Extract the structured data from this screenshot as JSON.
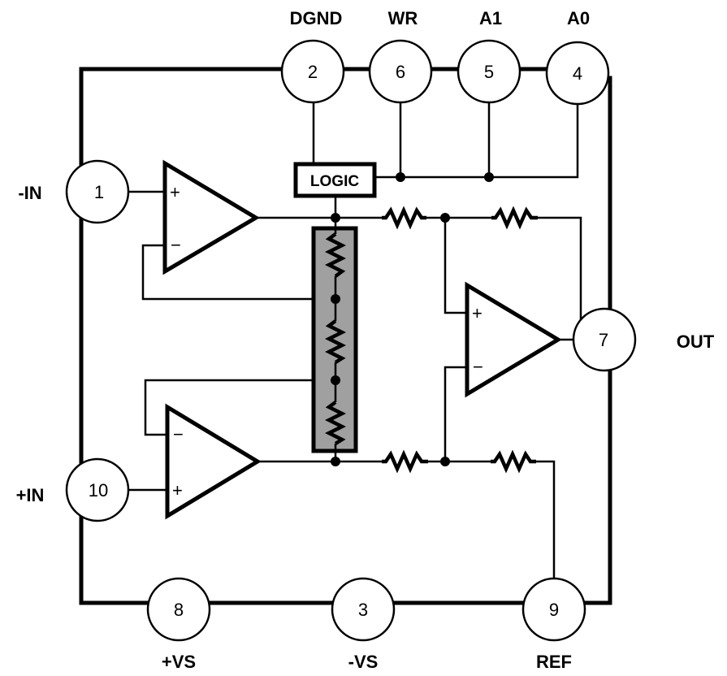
{
  "title": "Programmable Gain Instrumentation Amplifier Functional Block Diagram",
  "colors": {
    "line": "#000000",
    "background": "#ffffff",
    "gain_network_fill": "#a0a0a0"
  },
  "pins": [
    {
      "number": "2",
      "name": "DGND",
      "side": "top"
    },
    {
      "number": "6",
      "name": "WR",
      "side": "top"
    },
    {
      "number": "5",
      "name": "A1",
      "side": "top"
    },
    {
      "number": "4",
      "name": "A0",
      "side": "top"
    },
    {
      "number": "1",
      "name": "-IN",
      "side": "left"
    },
    {
      "number": "10",
      "name": "+IN",
      "side": "left"
    },
    {
      "number": "7",
      "name": "OUT",
      "side": "right"
    },
    {
      "number": "8",
      "name": "+VS",
      "side": "bottom"
    },
    {
      "number": "3",
      "name": "-VS",
      "side": "bottom"
    },
    {
      "number": "9",
      "name": "REF",
      "side": "bottom"
    }
  ],
  "blocks": {
    "logic": "LOGIC"
  },
  "opamp_symbols": {
    "plus": "+",
    "minus": "−"
  }
}
